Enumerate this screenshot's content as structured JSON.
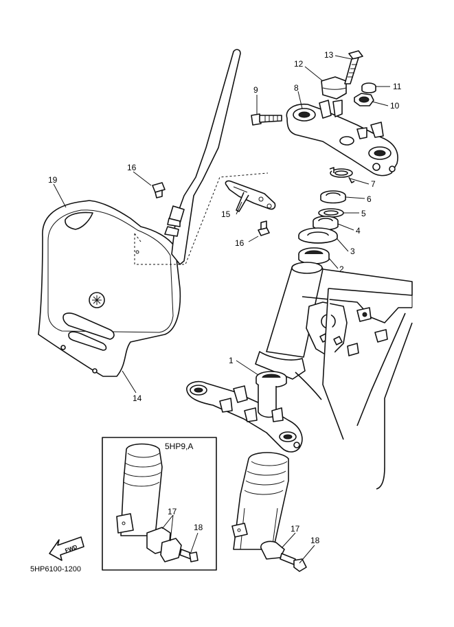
{
  "diagram": {
    "part_labels": [
      {
        "id": "1",
        "text": "1"
      },
      {
        "id": "2",
        "text": "2"
      },
      {
        "id": "3",
        "text": "3"
      },
      {
        "id": "4",
        "text": "4"
      },
      {
        "id": "5",
        "text": "5"
      },
      {
        "id": "6",
        "text": "6"
      },
      {
        "id": "7",
        "text": "7"
      },
      {
        "id": "8",
        "text": "8"
      },
      {
        "id": "9",
        "text": "9"
      },
      {
        "id": "10",
        "text": "10"
      },
      {
        "id": "11",
        "text": "11"
      },
      {
        "id": "12",
        "text": "12"
      },
      {
        "id": "13",
        "text": "13"
      },
      {
        "id": "14",
        "text": "14"
      },
      {
        "id": "15",
        "text": "15"
      },
      {
        "id": "16a",
        "text": "16"
      },
      {
        "id": "16b",
        "text": "16"
      },
      {
        "id": "17a",
        "text": "17"
      },
      {
        "id": "17b",
        "text": "17"
      },
      {
        "id": "18a",
        "text": "18"
      },
      {
        "id": "18b",
        "text": "18"
      },
      {
        "id": "19",
        "text": "19"
      }
    ],
    "inset_label": "5HP9,A",
    "fwd_text": "FWD",
    "diagram_code": "5HP6100-1200"
  }
}
